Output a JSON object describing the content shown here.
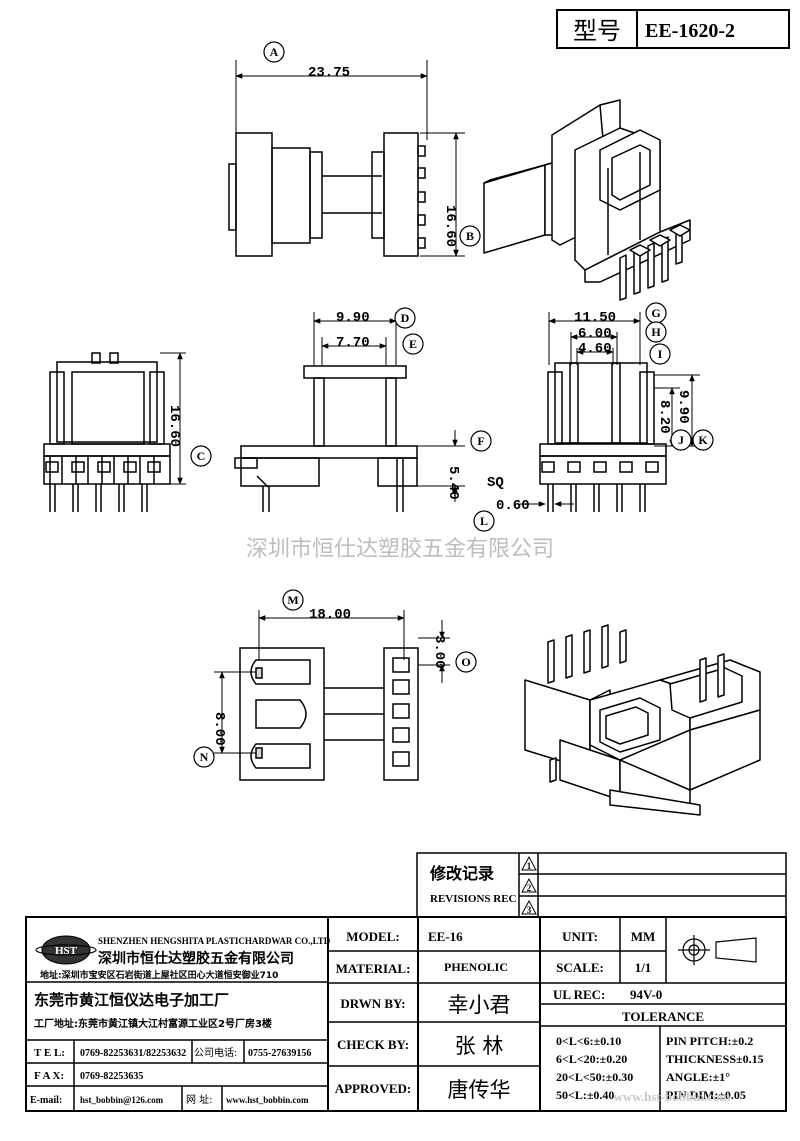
{
  "header": {
    "type_label": "型号",
    "type_value": "EE-1620-2"
  },
  "watermark": "深圳市恒仕达塑胶五金有限公司",
  "callouts": [
    "A",
    "B",
    "C",
    "D",
    "E",
    "F",
    "G",
    "H",
    "I",
    "J",
    "K",
    "L",
    "M",
    "N",
    "O"
  ],
  "dims": {
    "top_width": "23.75",
    "top_height": "16.60",
    "front_height": "16.60",
    "side_990": "9.90",
    "side_770": "7.70",
    "side_540": "5.40",
    "right_1150": "11.50",
    "right_600": "6.00",
    "right_460": "4.60",
    "right_820": "8.20",
    "right_990": "9.90",
    "sq_label": "SQ",
    "pin_sq": "0.60",
    "bottom_1800": "18.00",
    "bottom_300": "3.00",
    "bottom_800": "8.00"
  },
  "revisions": {
    "title_cn": "修改记录",
    "title_en": "REVISIONS REC",
    "rows": [
      "1",
      "2",
      "3"
    ]
  },
  "company": {
    "logo": "HST",
    "name_en": "SHENZHEN HENGSHITA PLASTICHARDWAR CO.,LTD",
    "name_cn": "深圳市恒仕达塑胶五金有限公司",
    "addr1": "地址:深圳市宝安区石岩街道上屋社区田心大道恒安御业710",
    "factory": "东莞市黄江恒仪达电子加工厂",
    "addr2": "工厂地址:东莞市黄江镇大江村富源工业区2号厂房3楼",
    "tel_label": "T E L:",
    "tel": "0769-82253631/82253632",
    "phone_label": "公司电话:",
    "phone": "0755-27639156",
    "fax_label": "F A X:",
    "fax": "0769-82253635",
    "email_label": "E-mail:",
    "email": "hst_bobbin@126.com",
    "web_label": "网 址:",
    "web": "www.hst_bobbin.com"
  },
  "titleblock": {
    "model_label": "MODEL:",
    "model": "EE-16",
    "material_label": "MATERIAL:",
    "material": "PHENOLIC",
    "drawn_label": "DRWN BY:",
    "drawn": "幸小君",
    "check_label": "CHECK BY:",
    "check": "张  林",
    "approved_label": "APPROVED:",
    "approved": "唐传华",
    "unit_label": "UNIT:",
    "unit": "MM",
    "scale_label": "SCALE:",
    "scale": "1/1",
    "ul_label": "UL REC:",
    "ul": "94V-0",
    "tol_title": "TOLERANCE",
    "tol_left": [
      "0<L<6:±0.10",
      "6<L<20:±0.20",
      "20<L<50:±0.30",
      "50<L:±0.40"
    ],
    "tol_right": [
      "PIN PITCH:±0.2",
      "THICKNESS±0.15",
      "ANGLE:±1°",
      "PIN DIM:±0.05"
    ],
    "footer_watermark": "www.hst-bobbin.com"
  }
}
